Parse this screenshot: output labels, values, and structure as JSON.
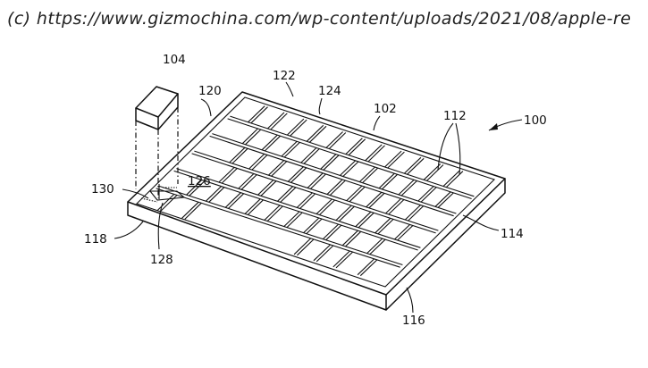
{
  "credit": "(c) https://www.gizmochina.com/wp-content/uploads/2021/08/apple-re",
  "labels": {
    "device": "100",
    "keyboard": "102",
    "key_object": "104",
    "keys": "112",
    "side_right": "114",
    "side_front": "116",
    "corner_left": "118",
    "frame_left": "120",
    "frame_back": "122",
    "frame_inner": "124",
    "cavity": "126",
    "cavity_edge": "128",
    "cavity_corner": "130"
  }
}
